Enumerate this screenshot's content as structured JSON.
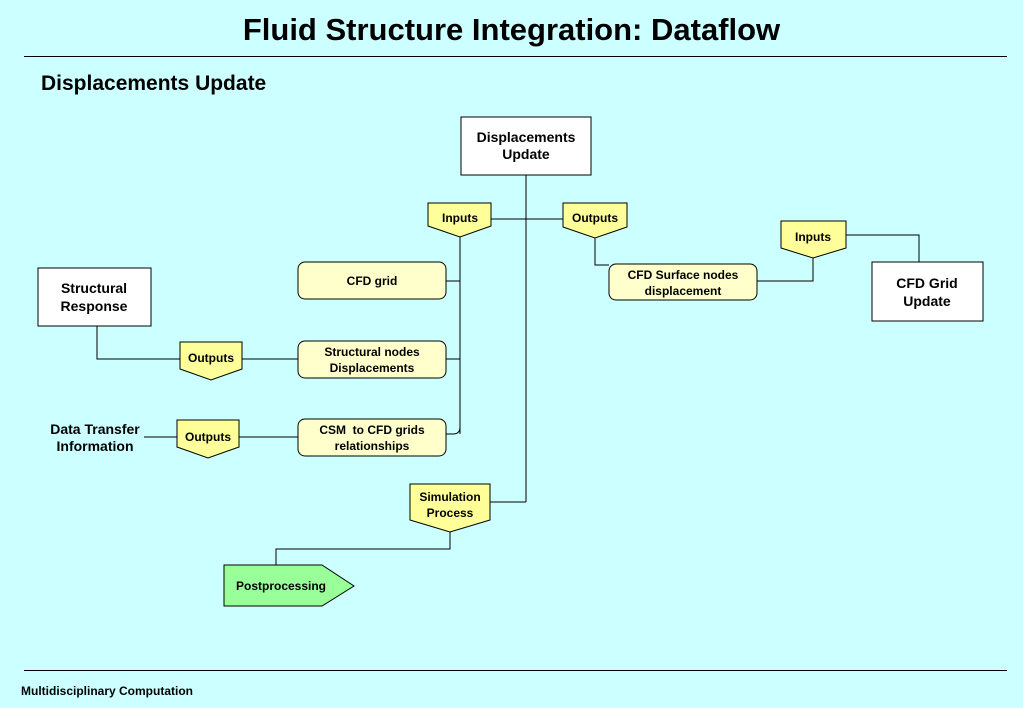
{
  "title": "Fluid Structure Integration: Dataflow",
  "subtitle": "Displacements Update",
  "footer": "Multidisciplinary Computation",
  "colors": {
    "background": "#ccffff",
    "io_fill": "#ffff99",
    "data_fill": "#ffffcc",
    "postprocessing_fill": "#99ff99",
    "process_fill": "#ffffff"
  },
  "nodes": {
    "displacements_update": [
      "Displacements",
      "Update"
    ],
    "structural_response": [
      "Structural",
      "Response"
    ],
    "cfd_grid_update": [
      "CFD Grid",
      "Update"
    ],
    "data_transfer_information": [
      "Data Transfer",
      "Information"
    ],
    "inputs_top": "Inputs",
    "outputs_top": "Outputs",
    "inputs_right": "Inputs",
    "outputs_structural": "Outputs",
    "outputs_data_transfer": "Outputs",
    "cfd_grid": "CFD grid",
    "structural_nodes_displacements": [
      "Structural nodes",
      "Displacements"
    ],
    "csm_to_cfd_relationships": [
      "CSM  to CFD grids",
      "relationships"
    ],
    "cfd_surface_nodes_displacement": [
      "CFD Surface nodes",
      "displacement"
    ],
    "simulation_process": [
      "Simulation",
      "Process"
    ],
    "postprocessing": "Postprocessing"
  }
}
